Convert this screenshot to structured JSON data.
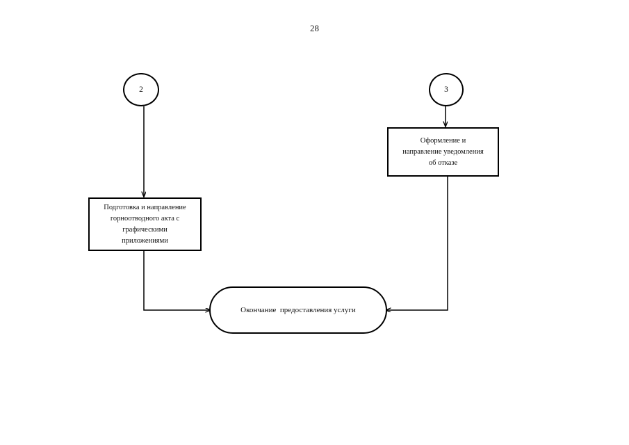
{
  "page": {
    "number": "28",
    "background": "#ffffff",
    "ink": "#000000"
  },
  "diagram": {
    "type": "flowchart",
    "nodes": {
      "connector_2": {
        "shape": "circle",
        "label": "2"
      },
      "connector_3": {
        "shape": "circle",
        "label": "3"
      },
      "process_gornootvod": {
        "shape": "rectangle",
        "lines": [
          "Подготовка и направление",
          "горноотводного акта с",
          "графическими",
          "приложениями"
        ]
      },
      "process_otkaz": {
        "shape": "rectangle",
        "lines": [
          "Оформление и",
          "направление уведомления",
          "об отказе"
        ]
      },
      "terminal_end": {
        "shape": "rounded-rectangle",
        "label": "Окончание  предоставления услуги"
      }
    },
    "edges": [
      {
        "from": "connector_2",
        "to": "process_gornootvod",
        "style": "arrow-down"
      },
      {
        "from": "connector_3",
        "to": "process_otkaz",
        "style": "arrow-down"
      },
      {
        "from": "process_gornootvod",
        "to": "terminal_end",
        "style": "elbow-arrow-right"
      },
      {
        "from": "process_otkaz",
        "to": "terminal_end",
        "style": "elbow-arrow-left"
      }
    ]
  }
}
